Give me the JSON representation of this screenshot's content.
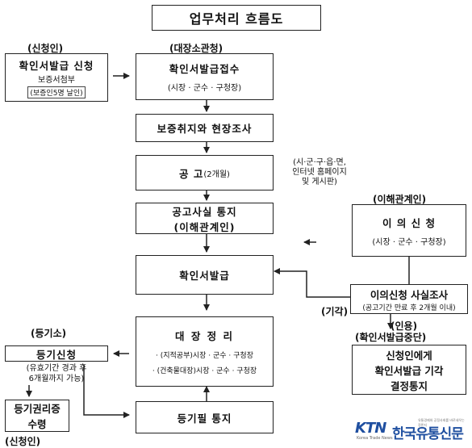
{
  "title": "업무처리 흐름도",
  "labels": {
    "applicant_top": "(신청인)",
    "authority": "(대장소관청)",
    "interested_top": "(이해관계인)",
    "registry": "(등기소)",
    "applicant_bottom": "(신청인)",
    "rejected": "(기각)",
    "accepted": "(인용)"
  },
  "boxes": {
    "apply": {
      "line1": "확인서발급 신청",
      "line2": "보증서첨부",
      "line3": "(보증인5명 날인)"
    },
    "receipt": {
      "line1": "확인서발급접수",
      "line2": "(시장 · 군수 · 구청장)"
    },
    "survey": {
      "line1": "보증취지와 현장조사"
    },
    "notice": {
      "main": "공  고",
      "sub": "(2개월)"
    },
    "notice_side": {
      "line1": "(시·군·구·읍·면,",
      "line2": "인터넷 홈페이지",
      "line3": "및 게시판)"
    },
    "notify_fact": {
      "line1": "공고사실 통지",
      "line2": "(이해관계인)"
    },
    "objection": {
      "line1": "이 의 신 청",
      "line2": "(시장 · 군수 · 구청장)"
    },
    "issue": {
      "line1": "확인서발급"
    },
    "investigate": {
      "line1": "이의신청 사실조사",
      "line2": "(공고기간 만료 후 2개월 이내)"
    },
    "ledger": {
      "line1": "대  장  정  리",
      "line2": "· (지적공부)시장 · 군수 · 구청장",
      "line3": "· (건축물대장)시장 · 군수 · 구청장"
    },
    "suspend": {
      "line1": "(확인서발급중단)"
    },
    "reject_notify": {
      "line1": "신청인에게",
      "line2": "확인서발급 기각",
      "line3": "결정통지"
    },
    "register_apply": {
      "line1": "등기신청"
    },
    "register_note": {
      "line1": "(유효기간 경과 후",
      "line2": "6개월까지 가능)"
    },
    "register_notify": {
      "line1": "등기필 통지"
    },
    "certificate": {
      "line1": "등기권리증",
      "line2": "수령"
    }
  },
  "logo": {
    "brand": "KTN",
    "brand_sub": "Korea Trade News",
    "name": "한국유통신문",
    "tagline": "유통경제와 공정사회를 바로세우는 정론지"
  }
}
